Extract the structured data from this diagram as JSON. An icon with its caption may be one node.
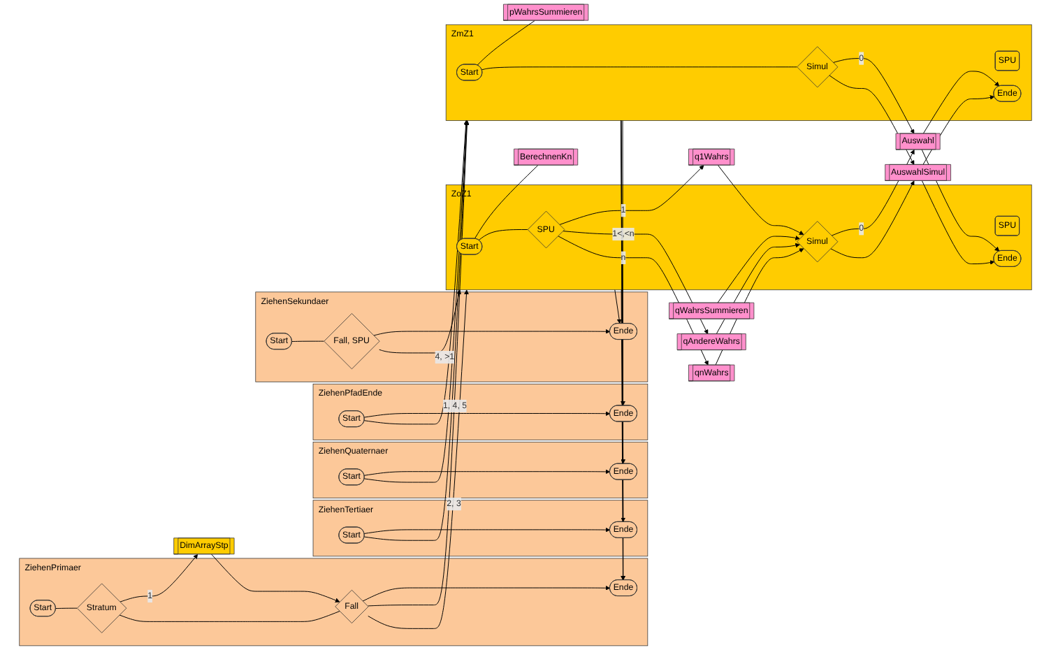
{
  "diagram": {
    "nodes": [
      {
        "text": [
          "ZiehenTertiaer"
        ]
      },
      {
        "text": [
          "Start"
        ],
        "in": 0
      },
      {
        "text": [
          "Ende"
        ],
        "in": 0
      },
      {
        "text": [
          "ZiehenQuaternaer"
        ]
      },
      {
        "text": [
          "Start"
        ],
        "in": 3
      },
      {
        "text": [
          "Ende"
        ],
        "in": 3
      },
      {
        "text": [
          "ZiehenPfadEnde"
        ]
      },
      {
        "text": [
          "Start"
        ],
        "in": 6
      },
      {
        "text": [
          "Ende"
        ],
        "in": 6
      },
      {
        "text": [
          "ZiehenPrimaer"
        ]
      },
      {
        "text": [
          "Start"
        ],
        "in": 9
      },
      {
        "text": [
          "Stratum"
        ],
        "in": 9
      },
      {
        "text": [
          "DimArrayStp"
        ]
      },
      {
        "text": [
          "Fall"
        ],
        "in": 9
      },
      {
        "text": [
          "Ende"
        ],
        "in": 9
      },
      {
        "text": [
          "ZiehenSekundaer"
        ]
      },
      {
        "text": [
          "Start"
        ],
        "in": 15
      },
      {
        "text": [
          "Fall, SPU"
        ],
        "in": 15
      },
      {
        "text": [
          "Ende"
        ],
        "in": 15
      },
      {
        "text": [
          "ZoZ1"
        ]
      },
      {
        "text": [
          "Start"
        ],
        "in": 19
      },
      {
        "text": [
          "BerechnenKn"
        ]
      },
      {
        "text": [
          "SPU"
        ],
        "in": 19
      },
      {
        "text": [
          "SPU"
        ],
        "in": 19
      },
      {
        "text": [
          "qAndereWahrs"
        ]
      },
      {
        "text": [
          "Simul"
        ],
        "in": 19
      },
      {
        "text": [
          "Ende"
        ],
        "in": 19
      },
      {
        "text": [
          "ZmZ1"
        ]
      },
      {
        "text": [
          "Start"
        ],
        "in": 27
      },
      {
        "text": [
          "pWahrsSummieren"
        ]
      },
      {
        "text": [
          "SPU"
        ],
        "in": 27
      },
      {
        "text": [
          "Simul"
        ],
        "in": 27
      },
      {
        "text": [
          "Ende"
        ],
        "in": 27
      },
      {
        "text": [
          "q1Wahrs"
        ]
      },
      {
        "text": [
          "qnWahrs"
        ]
      },
      {
        "text": [
          "qWahrsSummieren"
        ]
      },
      {
        "text": [
          "Auswahl"
        ]
      },
      {
        "text": [
          "AuswahlSimul"
        ]
      }
    ],
    "edges": [
      {
        "from": 1,
        "to": 2,
        "arrow": "to"
      },
      {
        "from": 1,
        "to": 27,
        "arrow": "to"
      },
      {
        "from": 27,
        "to": 2,
        "arrow": "to"
      },
      {
        "from": 4,
        "to": 5,
        "arrow": "to"
      },
      {
        "from": 4,
        "to": 27,
        "arrow": "to"
      },
      {
        "from": 27,
        "to": 5,
        "arrow": "to"
      },
      {
        "from": 7,
        "to": 8,
        "arrow": "to"
      },
      {
        "from": 7,
        "to": 27,
        "arrow": "to"
      },
      {
        "from": 27,
        "to": 8,
        "arrow": "to"
      },
      {
        "from": 10,
        "to": 11,
        "arrow": "none"
      },
      {
        "from": 11,
        "to": 12,
        "label": "1",
        "arrow": "to"
      },
      {
        "from": 12,
        "to": 13,
        "arrow": "to"
      },
      {
        "from": 11,
        "to": 13,
        "arrow": "none"
      },
      {
        "from": 13,
        "to": 27,
        "label": "1, 4, 5",
        "arrow": "to"
      },
      {
        "from": 13,
        "to": 19,
        "label": "2, 3",
        "arrow": "to"
      },
      {
        "from": 13,
        "to": 14,
        "arrow": "to"
      },
      {
        "from": 27,
        "to": 14,
        "arrow": "to"
      },
      {
        "from": 19,
        "to": 14,
        "arrow": "to"
      },
      {
        "from": 16,
        "to": 17,
        "arrow": "none"
      },
      {
        "from": 17,
        "to": 19,
        "label": "4, >1",
        "arrow": "to"
      },
      {
        "from": 17,
        "to": 18,
        "arrow": "to"
      },
      {
        "from": 19,
        "to": 18,
        "arrow": "to"
      },
      {
        "from": 20,
        "to": 21,
        "arrow": "none"
      },
      {
        "from": 20,
        "to": 23,
        "arrow": "none"
      },
      {
        "from": 23,
        "to": 33,
        "label": "1",
        "arrow": "to"
      },
      {
        "from": 23,
        "to": 24,
        "label": "1<,<n",
        "arrow": "to"
      },
      {
        "from": 23,
        "to": 34,
        "label": "n",
        "arrow": "to"
      },
      {
        "from": 33,
        "to": 25,
        "arrow": "to"
      },
      {
        "from": 34,
        "to": 25,
        "arrow": "to"
      },
      {
        "from": 24,
        "to": 25,
        "arrow": "to"
      },
      {
        "from": 35,
        "to": 25,
        "arrow": "to"
      },
      {
        "from": 25,
        "to": 36,
        "label": "0",
        "arrow": "to"
      },
      {
        "from": 25,
        "to": 37,
        "arrow": "to"
      },
      {
        "from": 36,
        "to": 26,
        "arrow": "to"
      },
      {
        "from": 37,
        "to": 26,
        "arrow": "to"
      },
      {
        "from": 28,
        "to": 29,
        "arrow": "none"
      },
      {
        "from": 28,
        "to": 31,
        "arrow": "none"
      },
      {
        "from": 31,
        "to": 36,
        "label": "0",
        "arrow": "to"
      },
      {
        "from": 31,
        "to": 37,
        "arrow": "to"
      },
      {
        "from": 36,
        "to": 32,
        "arrow": "to"
      },
      {
        "from": 37,
        "to": 32,
        "arrow": "to"
      }
    ]
  }
}
